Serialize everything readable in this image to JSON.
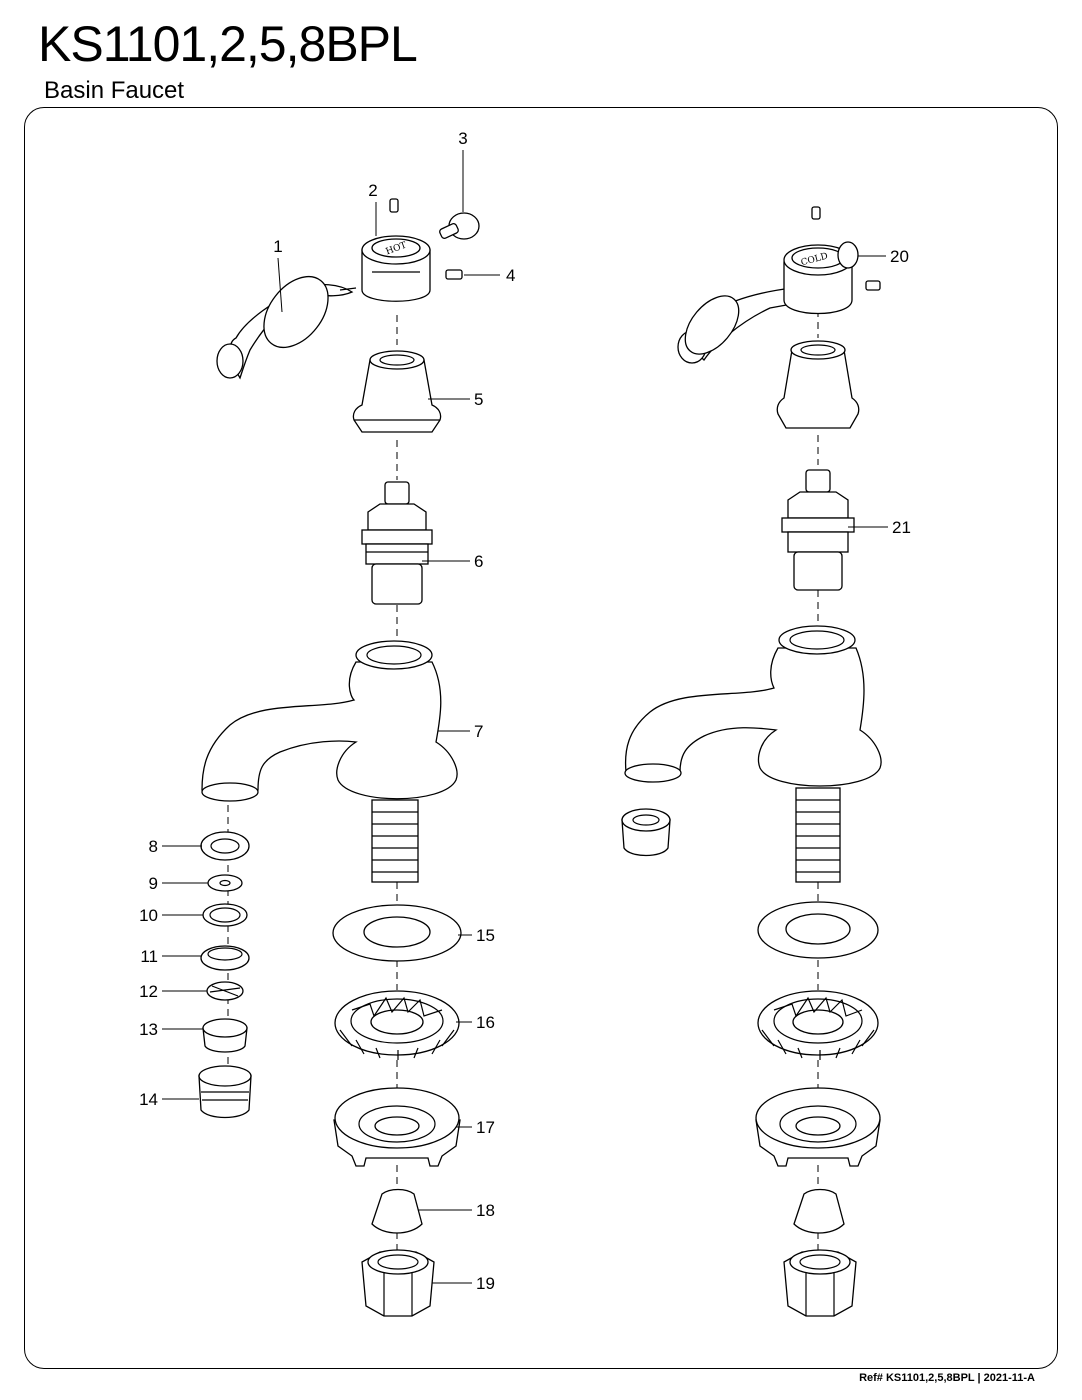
{
  "header": {
    "model": "KS1101,2,5,8BPL",
    "subtitle": "Basin Faucet"
  },
  "footer": {
    "ref": "Ref# KS1101,2,5,8BPL | 2021-11-A"
  },
  "handle_caps": {
    "hot": "HOT",
    "cold": "COLD"
  },
  "callouts": [
    "1",
    "2",
    "3",
    "4",
    "5",
    "6",
    "7",
    "8",
    "9",
    "10",
    "11",
    "12",
    "13",
    "14",
    "15",
    "16",
    "17",
    "18",
    "19",
    "20",
    "21"
  ]
}
